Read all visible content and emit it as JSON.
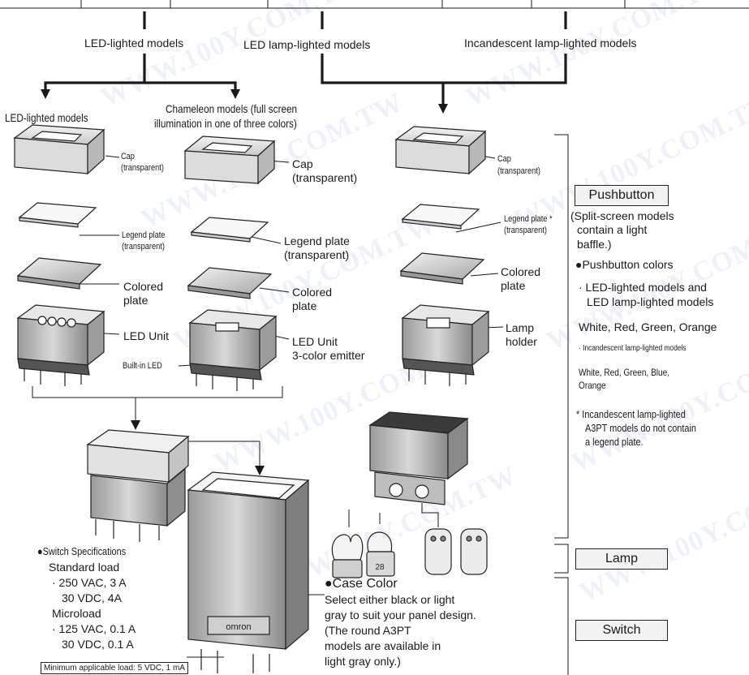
{
  "watermark": "WWW.100Y.COM.TW",
  "top_groups": {
    "led_lighted": "LED-lighted models",
    "led_lamp_lighted": "LED lamp-lighted models",
    "incandescent": "Incandescent lamp-lighted models"
  },
  "columns": {
    "led_title": "LED-lighted models",
    "chameleon_title_1": "Chameleon models (full screen",
    "chameleon_title_2": "illumination in one of three colors)"
  },
  "col1": {
    "cap_1": "Cap",
    "cap_2": "(transparent)",
    "legend_1": "Legend plate",
    "legend_2": "(transparent)",
    "colored_1": "Colored",
    "colored_2": "plate",
    "led_unit": "LED Unit",
    "built_in_led": "Built-in LED"
  },
  "col2": {
    "cap_1": "Cap",
    "cap_2": "(transparent)",
    "legend_1": "Legend plate",
    "legend_2": "(transparent)",
    "colored_1": "Colored",
    "colored_2": "plate",
    "led_unit_1": "LED Unit",
    "led_unit_2": "3-color emitter"
  },
  "col3": {
    "cap_1": "Cap",
    "cap_2": "(transparent)",
    "legend_1": "Legend plate *",
    "legend_2": "(transparent)",
    "colored_1": "Colored",
    "colored_2": "plate",
    "lamp_1": "Lamp",
    "lamp_2": "holder"
  },
  "pushbutton": {
    "label": "Pushbutton",
    "note_1": "(Split-screen models",
    "note_2": "contain a light",
    "note_3": "baffle.)",
    "colors_heading": "●Pushbutton colors",
    "led_models_1": "· LED-lighted models and",
    "led_models_2": "LED lamp-lighted models",
    "led_colors": "White, Red, Green, Orange",
    "incandescent_models": "· Incandescent lamp-lighted models",
    "inc_colors_1": "White, Red, Green, Blue,",
    "inc_colors_2": "Orange",
    "footnote_1": "* Incandescent lamp-lighted",
    "footnote_2": "A3PT models do not contain",
    "footnote_3": "a legend plate."
  },
  "lamp_label": "Lamp",
  "switch_label": "Switch",
  "switch_specs": {
    "heading": "●Switch Specifications",
    "standard": "Standard load",
    "std_1": "· 250 VAC, 3 A",
    "std_2": "30 VDC, 4A",
    "micro": "Microload",
    "micro_1": "· 125 VAC, 0.1 A",
    "micro_2": "30 VDC, 0.1 A",
    "min_load": "Minimum applicable load: 5 VDC, 1 mA"
  },
  "case_color": {
    "heading": "●Case Color",
    "line_1": "Select either black or light",
    "line_2": "gray to suit your panel design.",
    "line_3": "(The round A3PT",
    "line_4": "models are available in",
    "line_5": "light gray only.)"
  },
  "part_labels": {
    "bulb_marking": "28",
    "brand": "omron"
  }
}
